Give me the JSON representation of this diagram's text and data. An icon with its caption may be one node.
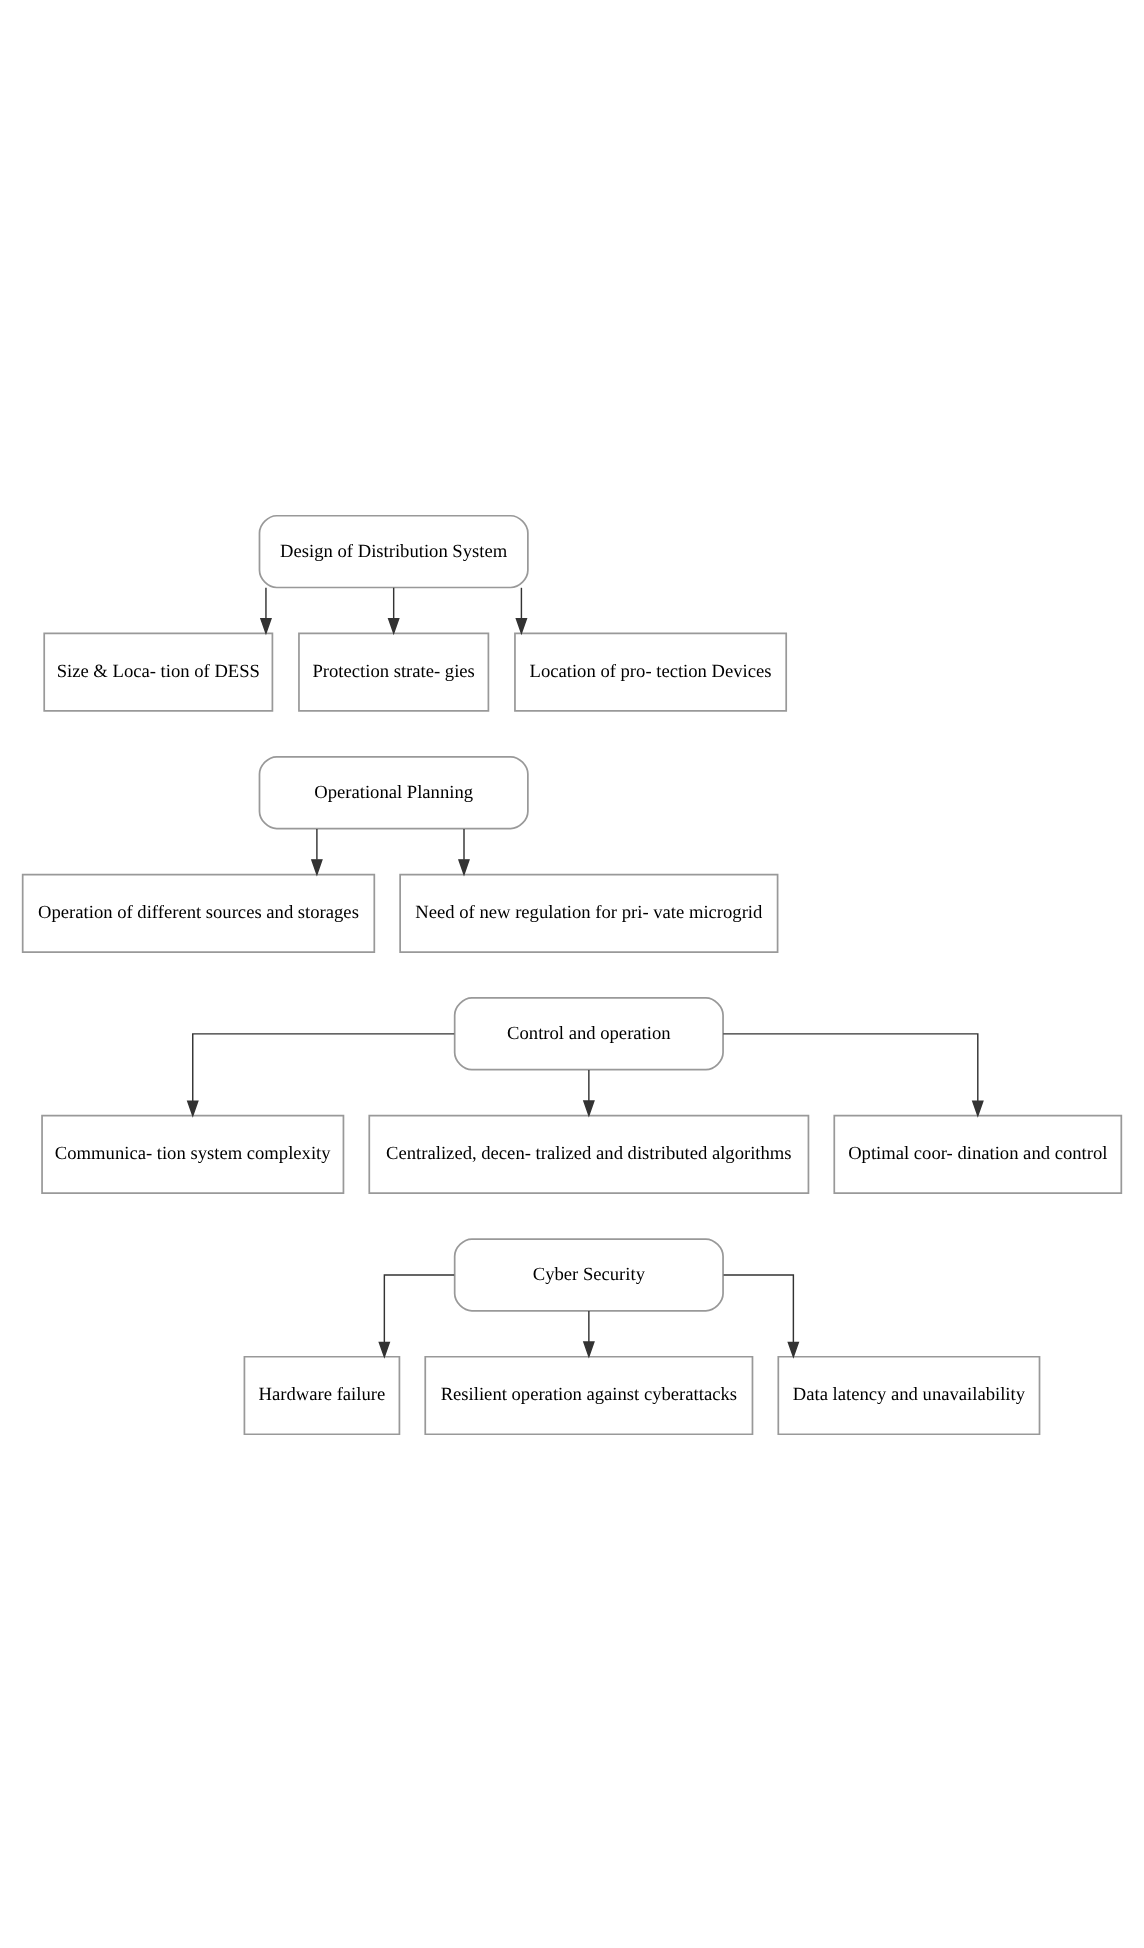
{
  "diagram": {
    "nodes": [
      {
        "text": [
          "Design of Distribution System"
        ]
      },
      {
        "text": [
          "Size & Loca- tion of DESS"
        ]
      },
      {
        "text": [
          "Protection strate- gies"
        ]
      },
      {
        "text": [
          "Location of pro- tection Devices"
        ]
      },
      {
        "text": [
          "Operational Planning"
        ]
      },
      {
        "text": [
          "Operation of different sources and storages"
        ]
      },
      {
        "text": [
          "Need of new regulation for pri- vate microgrid"
        ]
      },
      {
        "text": [
          "Control and operation"
        ]
      },
      {
        "text": [
          "Communica- tion system complexity"
        ]
      },
      {
        "text": [
          "Centralized, decen- tralized and distributed algorithms"
        ]
      },
      {
        "text": [
          "Optimal coor- dination and control"
        ]
      },
      {
        "text": [
          "Cyber Security"
        ]
      },
      {
        "text": [
          "Hardware failure"
        ]
      },
      {
        "text": [
          "Resilient operation against cyberattacks"
        ]
      },
      {
        "text": [
          "Data latency and unavailability"
        ]
      }
    ],
    "edges": [
      {
        "from": 0,
        "to": 1,
        "arrow": "to"
      },
      {
        "from": 0,
        "to": 2,
        "arrow": "to"
      },
      {
        "from": 0,
        "to": 3,
        "arrow": "to"
      },
      {
        "from": 4,
        "to": 5,
        "arrow": "to"
      },
      {
        "from": 4,
        "to": 6,
        "arrow": "to"
      },
      {
        "from": 7,
        "to": 8,
        "arrow": "to"
      },
      {
        "from": 7,
        "to": 9,
        "arrow": "to"
      },
      {
        "from": 7,
        "to": 10,
        "arrow": "to"
      },
      {
        "from": 11,
        "to": 12,
        "arrow": "to"
      },
      {
        "from": 11,
        "to": 13,
        "arrow": "to"
      },
      {
        "from": 11,
        "to": 14,
        "arrow": "to"
      }
    ]
  }
}
